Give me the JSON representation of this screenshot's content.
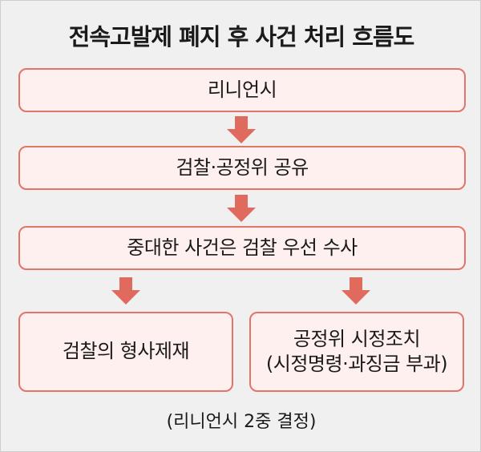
{
  "title": "전속고발제 폐지 후 사건 처리 흐름도",
  "steps": {
    "step1": "리니언시",
    "step2": "검찰·공정위 공유",
    "step3": "중대한 사건은 검찰 우선 수사",
    "branch_left": "검찰의 형사제재",
    "branch_right_line1": "공정위 시정조치",
    "branch_right_line2": "(시정명령·과징금 부과)"
  },
  "footnote": "(리니언시 2중 결정)",
  "colors": {
    "box_fill": "#fdf0ee",
    "box_border": "#e27468",
    "arrow": "#e06a5e",
    "background": "#f0f0f0"
  }
}
